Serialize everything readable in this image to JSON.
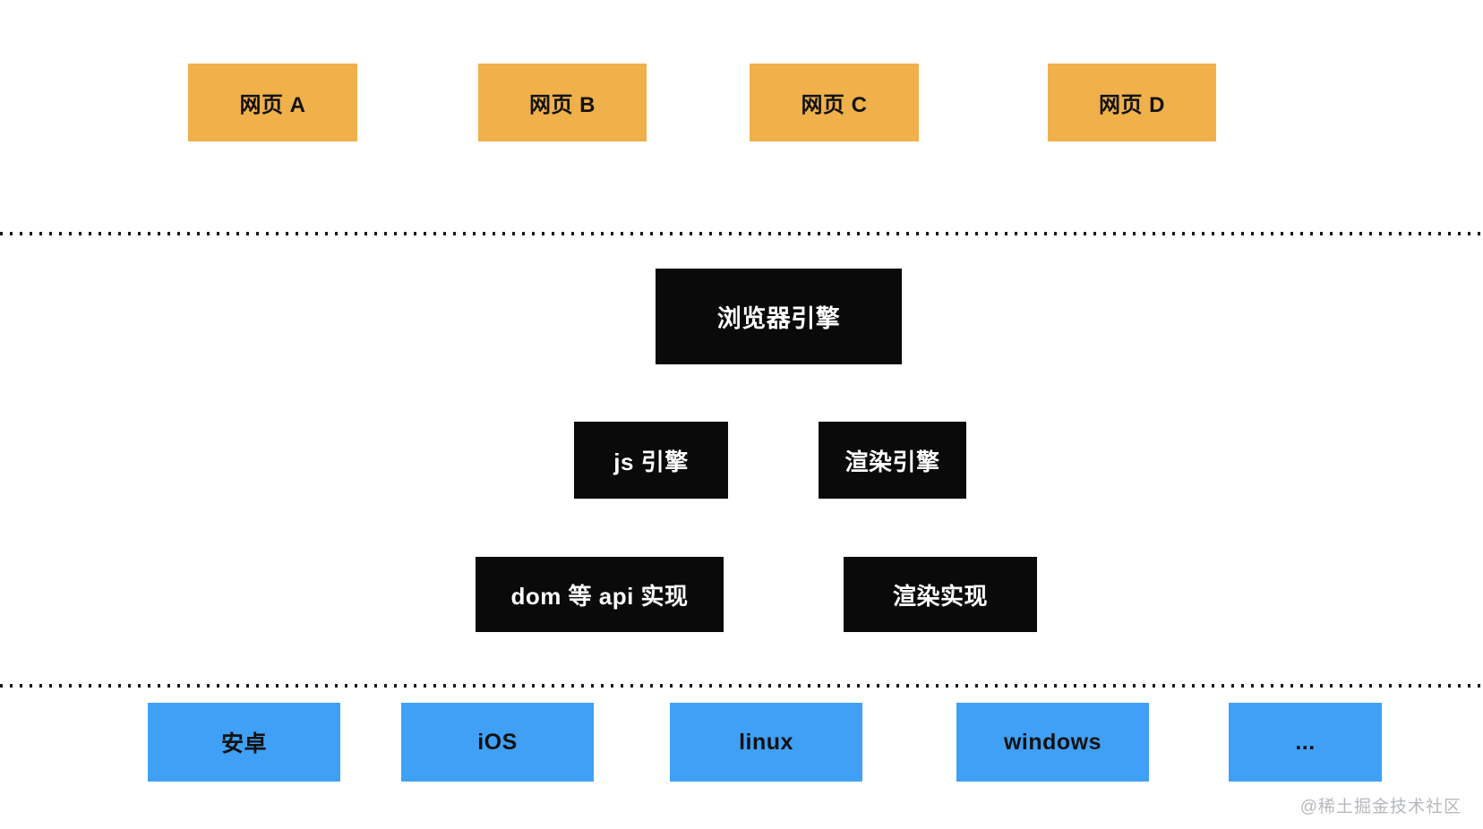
{
  "boxes": {
    "web_pages": [
      "网页 A",
      "网页 B",
      "网页 C",
      "网页 D"
    ],
    "browser_engine": "浏览器引擎",
    "js_engine": "js 引擎",
    "render_engine": "渲染引擎",
    "dom_api_impl": "dom 等 api 实现",
    "render_impl": "渲染实现",
    "platforms": [
      "安卓",
      "iOS",
      "linux",
      "windows",
      "..."
    ]
  },
  "watermark": "@稀土掘金技术社区",
  "colors": {
    "webpage_box": "#f0b04a",
    "engine_box": "#0a0a0a",
    "platform_box": "#40a0f5",
    "engine_text": "#ffffff",
    "box_text": "#121212",
    "watermark_text": "#b5b8bd",
    "dotted_line": "#1a1a1a"
  }
}
